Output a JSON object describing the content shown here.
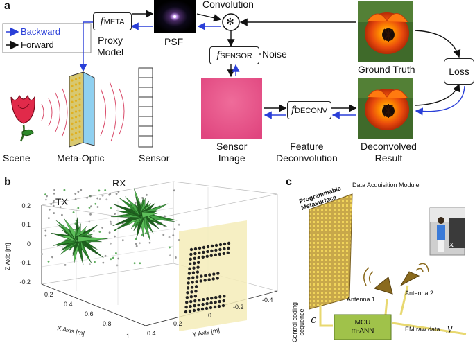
{
  "panels": {
    "a": "a",
    "b": "b",
    "c": "c"
  },
  "legend": {
    "backward": "Backward",
    "forward": "Forward",
    "backward_color": "#2a3fd8",
    "forward_color": "#111111"
  },
  "panel_a": {
    "f_meta": {
      "f": "f",
      "sub": "META"
    },
    "f_sensor": {
      "f": "f",
      "sub": "SENSOR"
    },
    "f_deconv": {
      "f": "f",
      "sub": "DECONV"
    },
    "convolution": "Convolution",
    "proxy_model": "Proxy\nModel",
    "psf": "PSF",
    "noise": "Noise",
    "ground_truth": "Ground Truth",
    "loss": "Loss",
    "scene": "Scene",
    "meta_optic": "Meta-Optic",
    "sensor": "Sensor",
    "sensor_image": "Sensor\nImage",
    "feature_deconvolution": "Feature\nDeconvolution",
    "deconvolved_result": "Deconvolved\nResult",
    "convolution_symbol": "✻"
  },
  "panel_b": {
    "tx": "TX",
    "rx": "RX",
    "z_axis": "Z Axis [m]",
    "x_axis": "X Axis [m]",
    "y_axis": "Y Axis [m]",
    "z_ticks": [
      "0.2",
      "0.1",
      "0",
      "-0.1",
      "-0.2"
    ],
    "x_ticks": [
      "0.2",
      "0.4",
      "0.6",
      "0.8",
      "1"
    ],
    "y_ticks": [
      "-0.4",
      "-0.2",
      "0",
      "0.2",
      "0.4"
    ]
  },
  "panel_c": {
    "title": "Data Acquisition Module",
    "metasurface": "Programmable\nMetasurface",
    "antenna1": "Antenna 1",
    "antenna2": "Antenna 2",
    "mcu": "MCU\nm-ANN",
    "control": "Control coding\nsequence",
    "c_symbol": "c",
    "em_raw": "EM raw data",
    "y_symbol": "y",
    "x_symbol": "x"
  }
}
